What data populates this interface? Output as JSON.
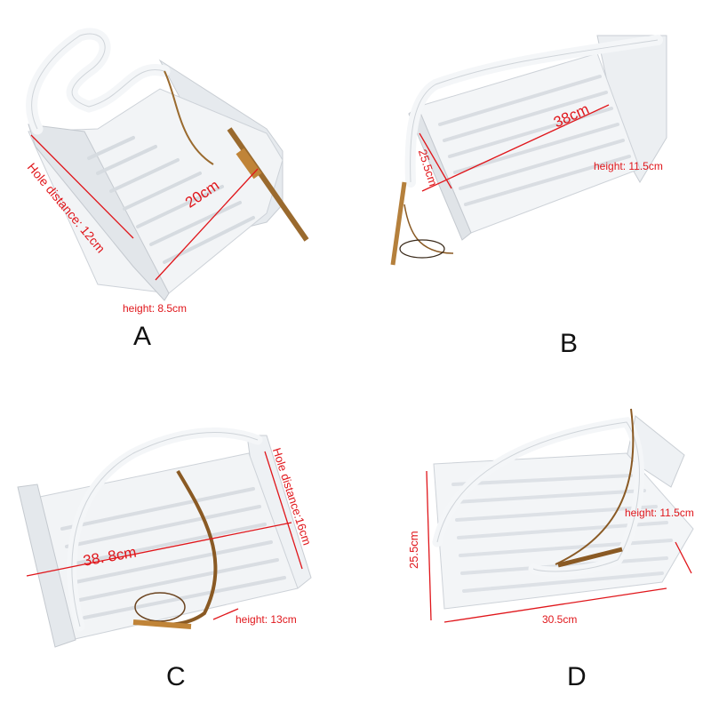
{
  "panels": {
    "a": {
      "letter": "A",
      "dims": {
        "width": "20cm",
        "hole_distance": "Hole distance: 12cm",
        "height": "height: 8.5cm"
      }
    },
    "b": {
      "letter": "B",
      "dims": {
        "length": "38cm",
        "depth": "25.5cm",
        "height": "height: 11.5cm"
      }
    },
    "c": {
      "letter": "C",
      "dims": {
        "length": "38. 8cm",
        "hole_distance": "Hole distance:16cm",
        "height": "height: 13cm"
      }
    },
    "d": {
      "letter": "D",
      "dims": {
        "depth": "25.5cm",
        "width": "30.5cm",
        "height": "height: 11.5cm"
      }
    }
  },
  "colors": {
    "dimension": "#e0161b",
    "tray": "#f3f5f7",
    "copper": "#9a6a2e"
  }
}
